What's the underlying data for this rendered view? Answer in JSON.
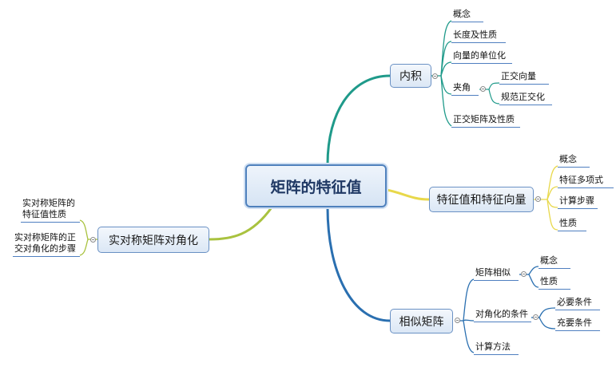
{
  "root": {
    "label": "矩阵的特征值"
  },
  "branches": {
    "inner": {
      "label": "内积",
      "items": [
        "概念",
        "长度及性质",
        "向量的单位化",
        "夹角",
        "正交矩阵及性质"
      ],
      "angle_children": [
        "正交向量",
        "规范正交化"
      ]
    },
    "eigen": {
      "label": "特征值和特征向量",
      "items": [
        "概念",
        "特征多项式",
        "计算步骤",
        "性质"
      ]
    },
    "similar": {
      "label": "相似矩阵",
      "items": [
        "矩阵相似",
        "对角化的条件",
        "计算方法"
      ],
      "similar_children": [
        "概念",
        "性质"
      ],
      "condition_children": [
        "必要条件",
        "充要条件"
      ]
    },
    "symmetric": {
      "label": "实对称矩阵对角化",
      "items": [
        "实对称矩阵的特征值性质",
        "实对称矩阵的正交对角化的步骤"
      ]
    }
  },
  "colors": {
    "root_border": "#4f81bd",
    "branch_inner": "#1f9a8a",
    "branch_eigen": "#e8d84a",
    "branch_similar": "#2a6fb0",
    "branch_symmetric": "#a9c23f",
    "leaf_underline": "#4f7fc0"
  }
}
